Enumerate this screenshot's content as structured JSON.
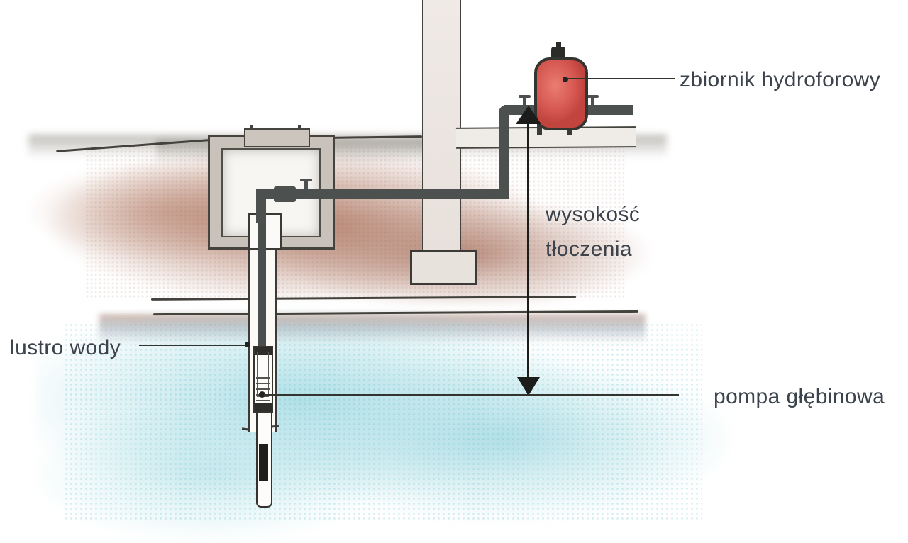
{
  "figure": {
    "type": "hand-drawn technical illustration",
    "subject": "deep-well submersible pump installation cross-section",
    "labels": {
      "tank": "zbiornik hydroforowy",
      "discharge_head_line1": "wysokość",
      "discharge_head_line2": "tłoczenia",
      "water_table": "lustro wody",
      "pump": "pompa głębinowa"
    },
    "colors": {
      "label_text": "#3c434c",
      "pipe": "#4c504e",
      "tank_red": "#d4564f",
      "soil_brown": "#af7863",
      "water_cyan": "#acdee5",
      "concrete_gray": "#c9c2bb",
      "wall_gray": "#e9e3df",
      "sketch_line": "#43423d",
      "arrow_black": "#1c1c1a"
    }
  }
}
